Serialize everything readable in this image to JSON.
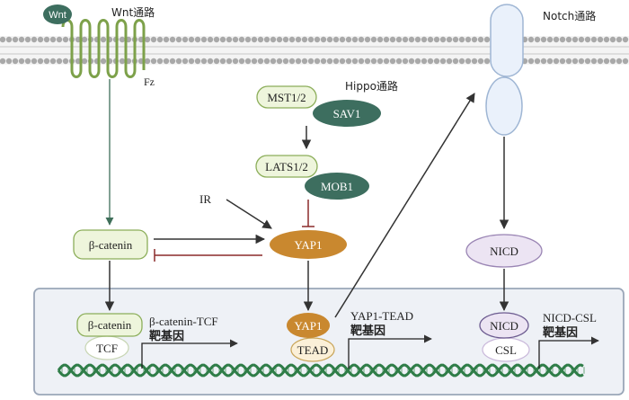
{
  "labels": {
    "wnt": "Wnt",
    "wnt_pathway": "Wnt通路",
    "fz": "Fz",
    "hippo_pathway": "Hippo通路",
    "notch_pathway": "Notch通路",
    "mst": "MST1/2",
    "sav1": "SAV1",
    "lats": "LATS1/2",
    "mob1": "MOB1",
    "ir": "IR",
    "yap1": "YAP1",
    "beta_catenin": "β-catenin",
    "nicd": "NICD",
    "beta_catenin_nuc": "β-catenin",
    "tcf": "TCF",
    "yap1_nuc": "YAP1",
    "tead": "TEAD",
    "nicd_nuc": "NICD",
    "csl": "CSL",
    "bc_tcf_target_1": "β-catenin-TCF",
    "bc_tcf_target_2": "靶基因",
    "yap_tead_target_1": "YAP1-TEAD",
    "yap_tead_target_2": "靶基因",
    "nicd_csl_target_1": "NICD-CSL",
    "nicd_csl_target_2": "靶基因"
  },
  "colors": {
    "membrane": "#a9a9a9",
    "dark_green": "#3a6b5c",
    "light_green_fill": "#eef5dc",
    "light_green_stroke": "#8cae5a",
    "orange": "#c9882f",
    "light_orange_fill": "#fbf0d8",
    "lavender": "#ece4f3",
    "lavender_stroke": "#9a85b4",
    "notch_fill": "#eaf1fb",
    "notch_stroke": "#9fb6d4",
    "inhibit_red": "#8b2a2a",
    "nucleus_fill": "#eef1f6",
    "nucleus_stroke": "#9aa6b8",
    "dna_green": "#2f7d48"
  }
}
